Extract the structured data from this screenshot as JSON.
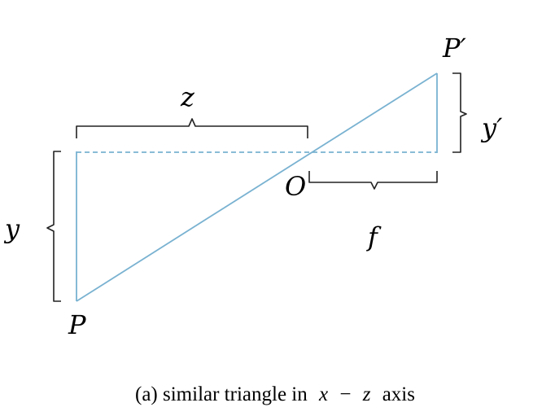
{
  "labels": {
    "z": "z",
    "y": "y",
    "y_prime": "y′",
    "f": "f",
    "P": "P",
    "P_prime": "P′",
    "O": "O"
  },
  "caption": {
    "prefix": "(a)  similar triangle in",
    "var1": "x",
    "operator": "−",
    "var2": "z",
    "suffix": "axis"
  },
  "colors": {
    "line": "#79b2d1",
    "brace": "#222222",
    "text": "#000000"
  }
}
